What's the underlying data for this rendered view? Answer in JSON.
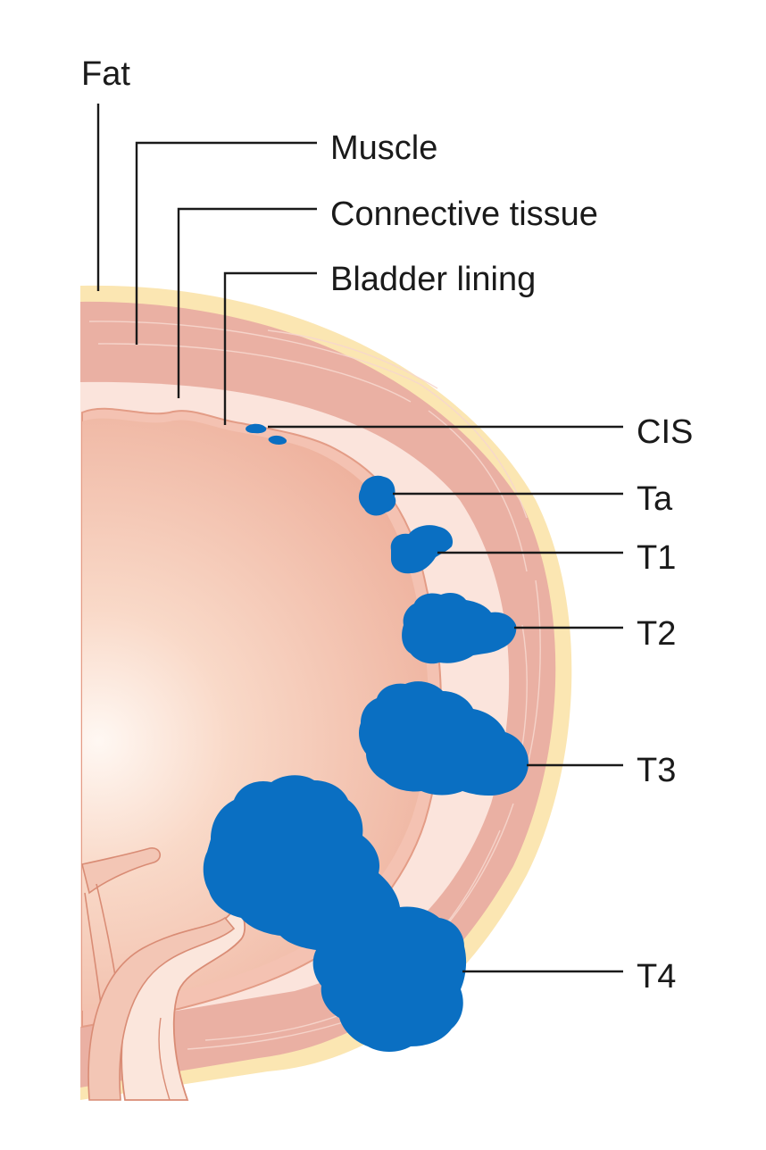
{
  "layers": {
    "fat": "Fat",
    "muscle": "Muscle",
    "connective_tissue": "Connective tissue",
    "bladder_lining": "Bladder lining"
  },
  "stages": {
    "cis": "CIS",
    "ta": "Ta",
    "t1": "T1",
    "t2": "T2",
    "t3": "T3",
    "t4": "T4"
  },
  "colors": {
    "tumour": "#0a6fc2",
    "fat": "#fbe6b2",
    "muscle": "#eab0a3",
    "connective_tissue": "#fbe4dc",
    "lumen": "#f3bda6"
  }
}
